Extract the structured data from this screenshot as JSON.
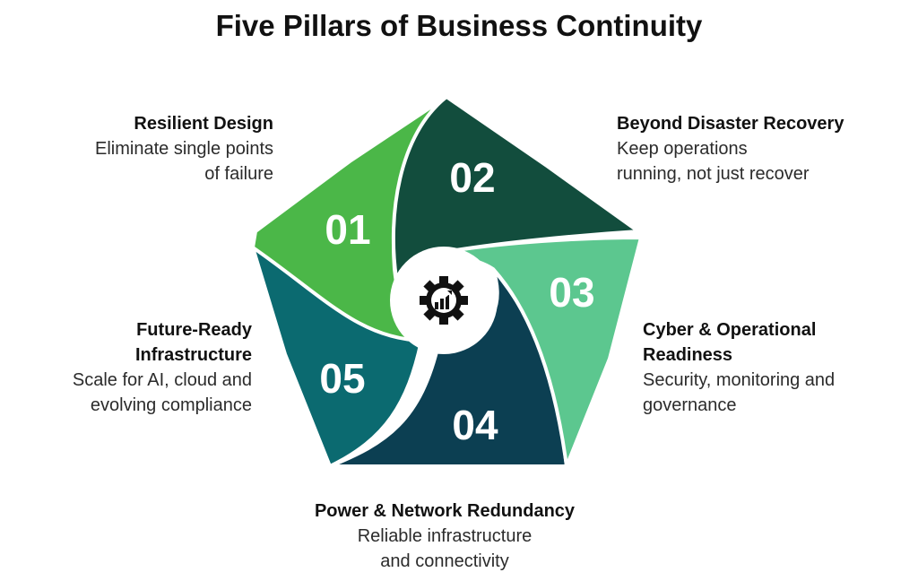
{
  "title": "Five Pillars of Business Continuity",
  "colors": {
    "pillar_01": "#4bb748",
    "pillar_02": "#124d3d",
    "pillar_03": "#5cc78f",
    "pillar_04": "#0c3f52",
    "pillar_05": "#0b6a70",
    "center_icon": "#111111"
  },
  "center_icon": "gear-chart-icon",
  "pillars": [
    {
      "number": "01",
      "heading": "Resilient Design",
      "description_lines": [
        "Eliminate single points",
        "of failure"
      ]
    },
    {
      "number": "02",
      "heading": "Beyond Disaster Recovery",
      "description_lines": [
        "Keep operations",
        "running, not just recover"
      ]
    },
    {
      "number": "03",
      "heading_lines": [
        "Cyber & Operational",
        "Readiness"
      ],
      "description_lines": [
        "Security, monitoring and",
        "governance"
      ]
    },
    {
      "number": "04",
      "heading": "Power & Network Redundancy",
      "description_lines": [
        "Reliable infrastructure",
        "and connectivity"
      ]
    },
    {
      "number": "05",
      "heading_lines": [
        "Future-Ready",
        "Infrastructure"
      ],
      "description_lines": [
        "Scale for AI, cloud and",
        "evolving compliance"
      ]
    }
  ]
}
